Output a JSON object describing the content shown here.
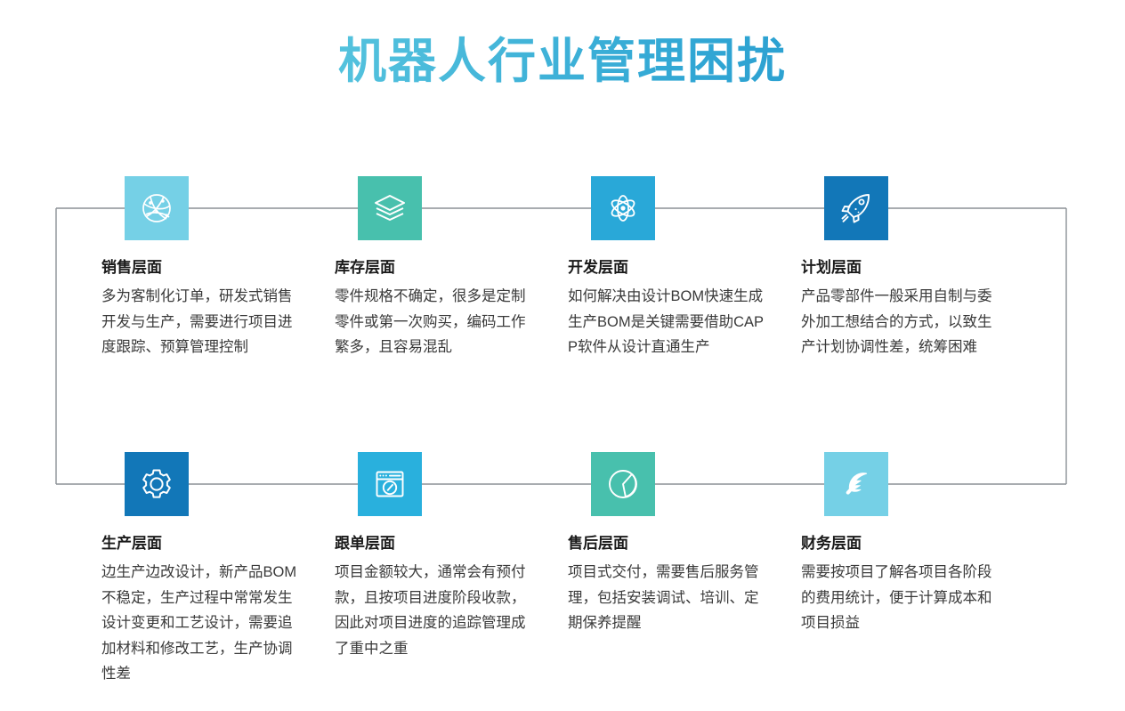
{
  "header": {
    "title": "机器人行业管理困扰",
    "gradient_from": "#7fd5e8",
    "gradient_to": "#1f8fc6"
  },
  "theme": {
    "background": "#ffffff",
    "connector_color": "#8c9196",
    "title_text_color": "#35b6d8",
    "body_text_color": "#3a3a3a",
    "heading_text_color": "#1a1a1a",
    "tile_colors": [
      "#75d0e6",
      "#48c0ad",
      "#29a8d8",
      "#1277b8",
      "#1277b8",
      "#29b0dd",
      "#48c0ad",
      "#75d0e6"
    ]
  },
  "cards": [
    {
      "id": "sales",
      "icon": "globe-network-icon",
      "tile_color": "#75d0e6",
      "title": "销售层面",
      "body": "多为客制化订单，研发式销售开发与生产，需要进行项目进度跟踪、预算管理控制"
    },
    {
      "id": "inventory",
      "icon": "layers-stack-icon",
      "tile_color": "#48c0ad",
      "title": "库存层面",
      "body": "零件规格不确定，很多是定制零件或第一次购买，编码工作繁多，且容易混乱"
    },
    {
      "id": "development",
      "icon": "atom-icon",
      "tile_color": "#29a8d8",
      "title": "开发层面",
      "body": "如何解决由设计BOM快速生成生产BOM是关键需要借助CAPP软件从设计直通生产"
    },
    {
      "id": "planning",
      "icon": "rocket-icon",
      "tile_color": "#1277b8",
      "title": "计划层面",
      "body": "产品零部件一般采用自制与委外加工想结合的方式，以致生产计划协调性差，统筹困难"
    },
    {
      "id": "production",
      "icon": "gear-icon",
      "tile_color": "#1277b8",
      "title": "生产层面",
      "body": "边生产边改设计，新产品BOM不稳定，生产过程中常常发生设计变更和工艺设计，需要追加材料和修改工艺，生产协调性差"
    },
    {
      "id": "order-tracking",
      "icon": "browser-compass-icon",
      "tile_color": "#29b0dd",
      "title": "跟单层面",
      "body": "项目金额较大，通常会有预付款，且按项目进度阶段收款，因此对项目进度的追踪管理成了重中之重"
    },
    {
      "id": "after-sales",
      "icon": "pie-chart-icon",
      "tile_color": "#48c0ad",
      "title": "售后层面",
      "body": "项目式交付，需要售后服务管理，包括安装调试、培训、定期保养提醒"
    },
    {
      "id": "finance",
      "icon": "feather-icon",
      "tile_color": "#75d0e6",
      "title": "财务层面",
      "body": "需要按项目了解各项目各阶段的费用统计，便于计算成本和项目损益"
    }
  ]
}
